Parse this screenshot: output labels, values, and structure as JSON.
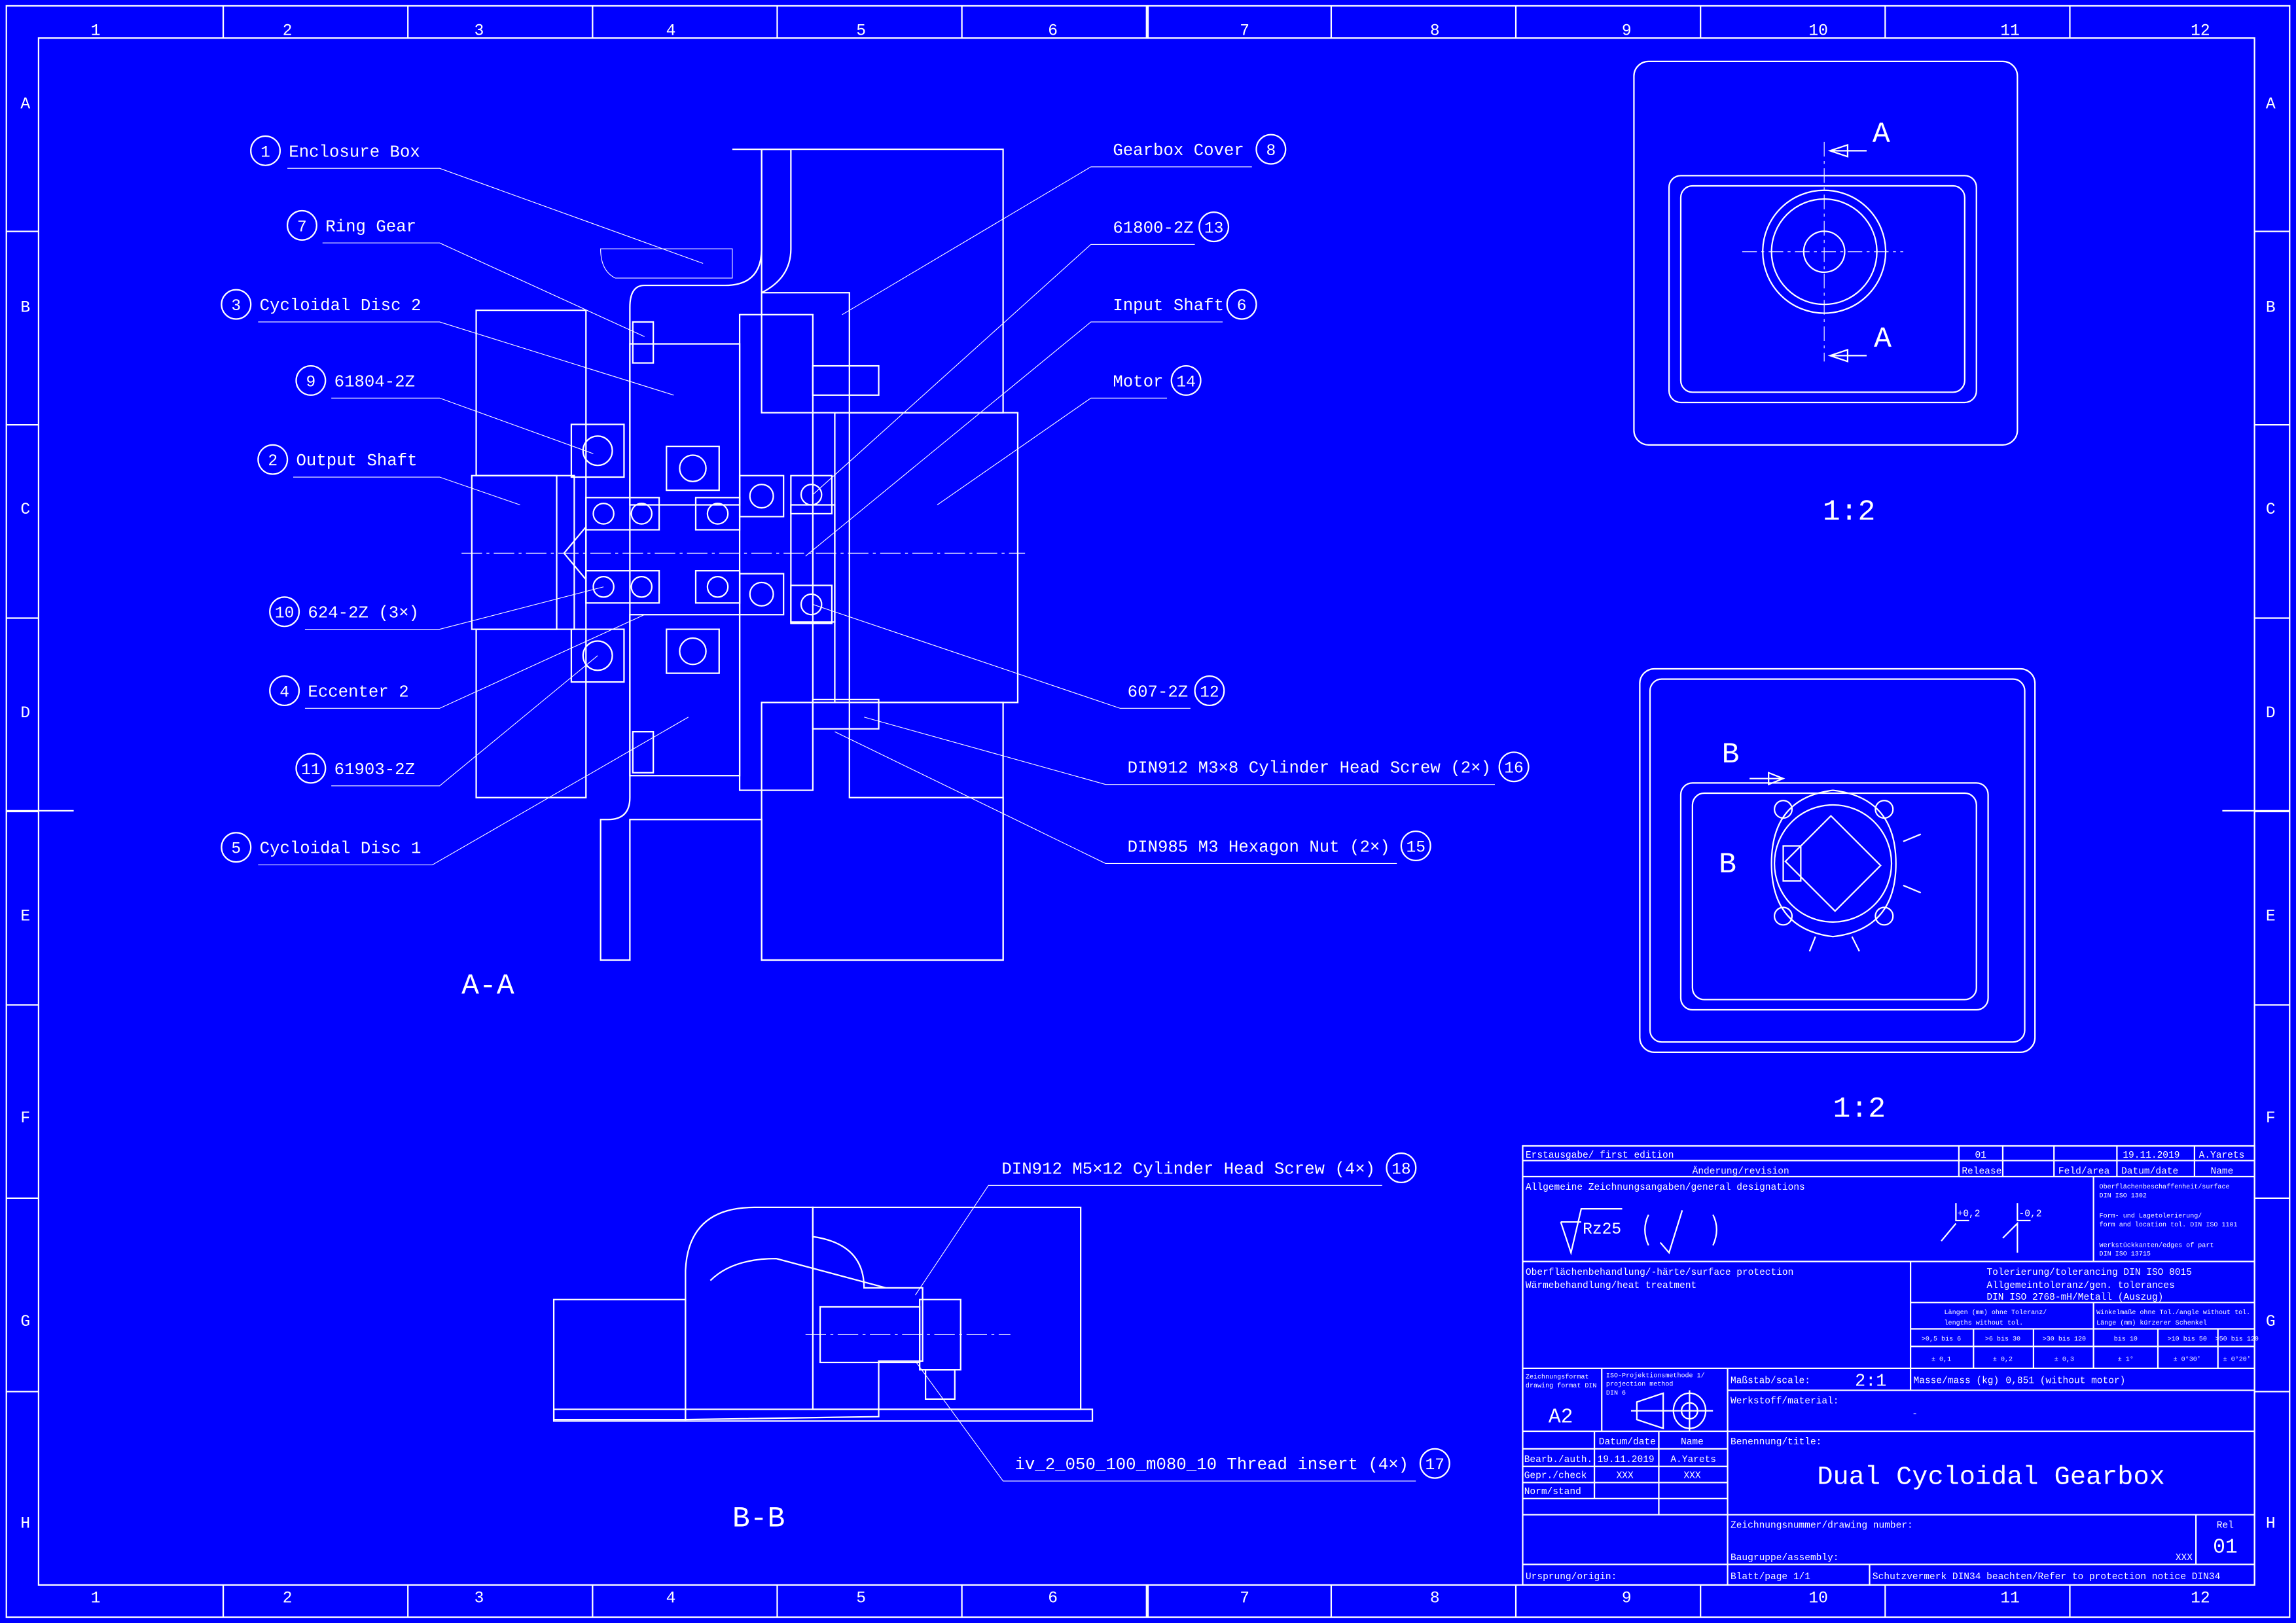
{
  "colors": {
    "background": "#0000ff",
    "lines": "#ffffff"
  },
  "frame": {
    "columns": [
      "1",
      "2",
      "3",
      "4",
      "5",
      "6",
      "7",
      "8",
      "9",
      "10",
      "11",
      "12"
    ],
    "rows": [
      "A",
      "B",
      "C",
      "D",
      "E",
      "F",
      "G",
      "H"
    ]
  },
  "views": {
    "section_aa": "A-A",
    "section_bb": "B-B",
    "scale_top": "1:2",
    "scale_bottom": "1:2",
    "cut_a": "A",
    "cut_b": "B"
  },
  "callouts_left": [
    {
      "num": "1",
      "label": "Enclosure Box"
    },
    {
      "num": "7",
      "label": "Ring Gear"
    },
    {
      "num": "3",
      "label": "Cycloidal Disc 2"
    },
    {
      "num": "9",
      "label": "61804-2Z"
    },
    {
      "num": "2",
      "label": "Output Shaft"
    },
    {
      "num": "10",
      "label": "624-2Z (3×)"
    },
    {
      "num": "4",
      "label": "Eccenter 2"
    },
    {
      "num": "11",
      "label": "61903-2Z"
    },
    {
      "num": "5",
      "label": "Cycloidal Disc 1"
    }
  ],
  "callouts_right": [
    {
      "num": "8",
      "label": "Gearbox Cover"
    },
    {
      "num": "13",
      "label": "61800-2Z"
    },
    {
      "num": "6",
      "label": "Input Shaft"
    },
    {
      "num": "14",
      "label": "Motor"
    },
    {
      "num": "12",
      "label": "607-2Z"
    },
    {
      "num": "16",
      "label": "DIN912 M3×8 Cylinder Head Screw (2×)"
    },
    {
      "num": "15",
      "label": "DIN985 M3 Hexagon Nut (2×)"
    },
    {
      "num": "18",
      "label": "DIN912 M5×12 Cylinder Head Screw (4×)"
    },
    {
      "num": "17",
      "label": "iv_2_050_100_m080_10 Thread insert (4×)"
    }
  ],
  "title_block": {
    "first_edition": "Erstausgabe/ first edition",
    "release_value": "01",
    "release_date": "19.11.2019",
    "release_name": "A.Yarets",
    "revision_label": "Änderung/revision",
    "release_label": "Release",
    "area_label": "Feld/area",
    "date_label": "Datum/date",
    "name_label": "Name",
    "general_designations": "Allgemeine Zeichnungsangaben/general designations",
    "roughness": "Rz25",
    "tol_plus": "+0,2",
    "tol_minus": "-0,2",
    "surface_1": "Oberflächenbeschaffenheit/surface",
    "surface_2": "DIN ISO 1302",
    "form_1": "Form- und Lagetolerierung/",
    "form_2": "form and location tol. DIN ISO 1101",
    "edges_1": "Werkstückkanten/edges of part",
    "edges_2": "DIN ISO 13715",
    "surface_protection": "Oberflächenbehandlung/-härte/surface protection",
    "heat_treatment": "Wärmebehandlung/heat treatment",
    "tolerancing_1": "Tolerierung/tolerancing DIN ISO 8015",
    "tolerancing_2": "Allgemeintoleranz/gen. tolerances",
    "tolerancing_3": "DIN ISO 2768-mH/Metall (Auszug)",
    "lengths_1": "Längen (mm) ohne Toleranz/",
    "lengths_2": "lengths without tol.",
    "angles_1": "Winkelmaße ohne Tol./angle without tol.",
    "angles_2": "Länge (mm) kürzerer Schenkel",
    "ranges": [
      ">0,5 bis 6",
      ">6 bis 30",
      ">30 bis 120",
      "bis 10",
      ">10 bis 50",
      ">50 bis 120"
    ],
    "tolerances": [
      "± 0,1",
      "± 0,2",
      "± 0,3",
      "± 1°",
      "± 0°30′",
      "± 0°20′"
    ],
    "format_1": "Zeichnungsformat",
    "format_2": "drawing format DIN",
    "format_value": "A2",
    "projection_1": "ISO-Projektionsmethode 1/",
    "projection_2": "projection method",
    "projection_3": "DIN 6",
    "scale_label": "Maßstab/scale:",
    "scale_value": "2:1",
    "mass_label": "Masse/mass (kg)",
    "mass_value": "0,851 (without motor)",
    "material_label": "Werkstoff/material:",
    "material_value": "-",
    "tbl_date": "Datum/date",
    "tbl_name": "Name",
    "auth_label": "Bearb./auth.",
    "auth_date": "19.11.2019",
    "auth_name": "A.Yarets",
    "check_label": "Gepr./check",
    "check_date": "XXX",
    "check_name": "XXX",
    "norm_label": "Norm/stand",
    "title_label": "Benennung/title:",
    "title_value": "Dual Cycloidal Gearbox",
    "drawing_number_label": "Zeichnungsnummer/drawing number:",
    "assembly_label": "Baugruppe/assembly:",
    "assembly_value": "XXX",
    "rel_label": "Rel",
    "rel_value": "01",
    "origin_label": "Ursprung/origin:",
    "page_label": "Blatt/page  1/1",
    "protection_notice": "Schutzvermerk DIN34 beachten/Refer to protection notice DIN34"
  }
}
